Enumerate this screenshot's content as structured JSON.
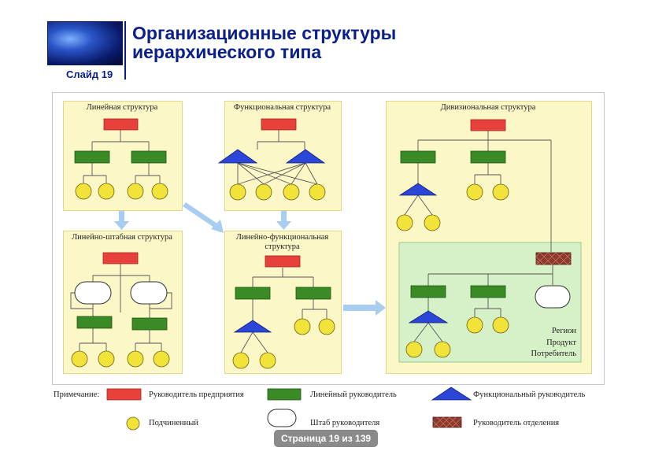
{
  "header": {
    "title_line1": "Организационные структуры",
    "title_line2": "иерархического типа",
    "slide_label": "Слайд 19"
  },
  "panels": {
    "linear": "Линейная структура",
    "functional": "Функциональная структура",
    "divisional": "Дивизиональная структура",
    "line_staff": "Линейно-штабная структура",
    "line_functional_1": "Линейно-функциональная",
    "line_functional_2": "структура"
  },
  "division_labels": [
    "Регион",
    "Продукт",
    "Потребитель"
  ],
  "legend": {
    "note": "Примечание:",
    "enterprise_head": "Руководитель предприятия",
    "line_manager": "Линейный руководитель",
    "functional_manager": "Функциональный руководитель",
    "subordinate": "Подчиненный",
    "manager_staff": "Штаб руководителя",
    "division_head": "Руководитель отделения"
  },
  "pager": "Страница 19 из 139",
  "colors": {
    "enterprise_head": "#e8413b",
    "line_manager": "#3a8a26",
    "functional_manager": "#2c47d8",
    "subordinate": "#f2e33a",
    "division_head": "#8c3a2e",
    "panel_fill": "#fcf7c6",
    "division_zone": "#d6f0c8",
    "arrow": "#a9cdf0",
    "title": "#0a1f8c"
  }
}
